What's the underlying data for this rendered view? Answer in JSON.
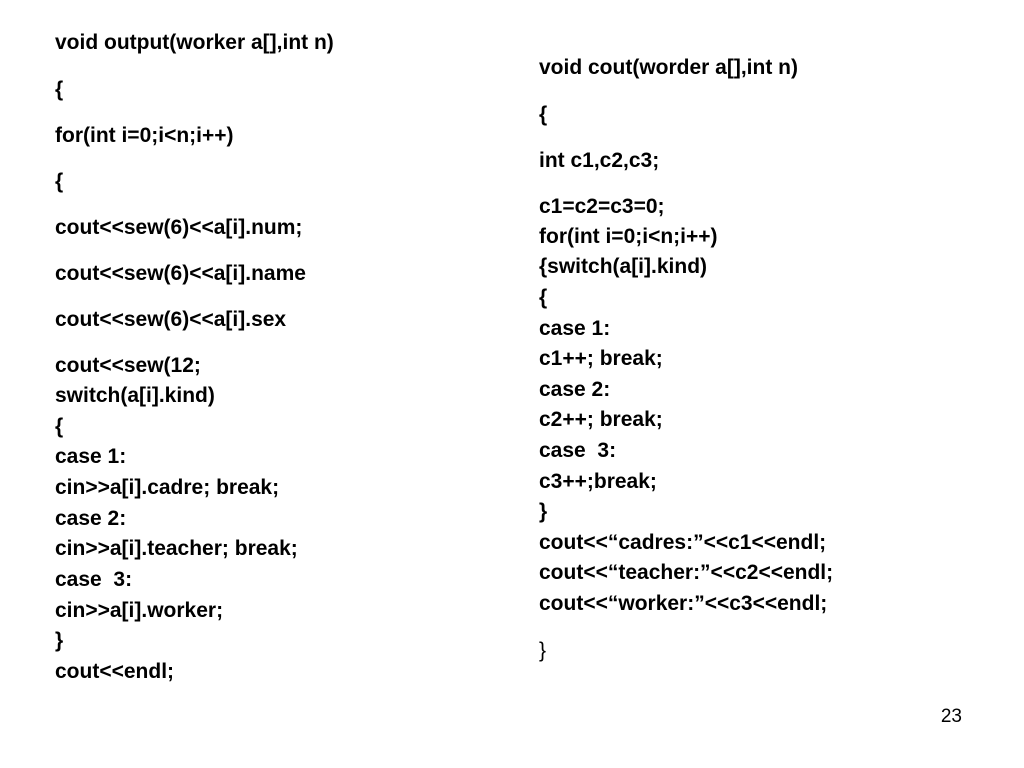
{
  "slide": {
    "left_code": [
      "void output(worker a[],int n)",
      "{",
      "for(int i=0;i<n;i++)",
      "{",
      "cout<<sew(6)<<a[i].num;",
      "cout<<sew(6)<<a[i].name",
      "cout<<sew(6)<<a[i].sex",
      "cout<<sew(12;",
      "switch(a[i].kind)",
      "{",
      "case 1:",
      "cin>>a[i].cadre; break;",
      "case 2:",
      "cin>>a[i].teacher; break;",
      "case  3:",
      "cin>>a[i].worker;",
      "}",
      "cout<<endl;"
    ],
    "right_code": [
      "void cout(worder a[],int n)",
      "{",
      "int c1,c2,c3;",
      "c1=c2=c3=0;",
      "for(int i=0;i<n;i++)",
      "{switch(a[i].kind)",
      "{",
      "case 1:",
      "c1++; break;",
      "case 2:",
      "c2++; break;",
      "case  3:",
      "c3++;break;",
      "}",
      "cout<<“cadres:”<<c1<<endl;",
      "cout<<“teacher:”<<c2<<endl;",
      "cout<<“worker:”<<c3<<endl;",
      "}"
    ],
    "page_number": "23"
  }
}
